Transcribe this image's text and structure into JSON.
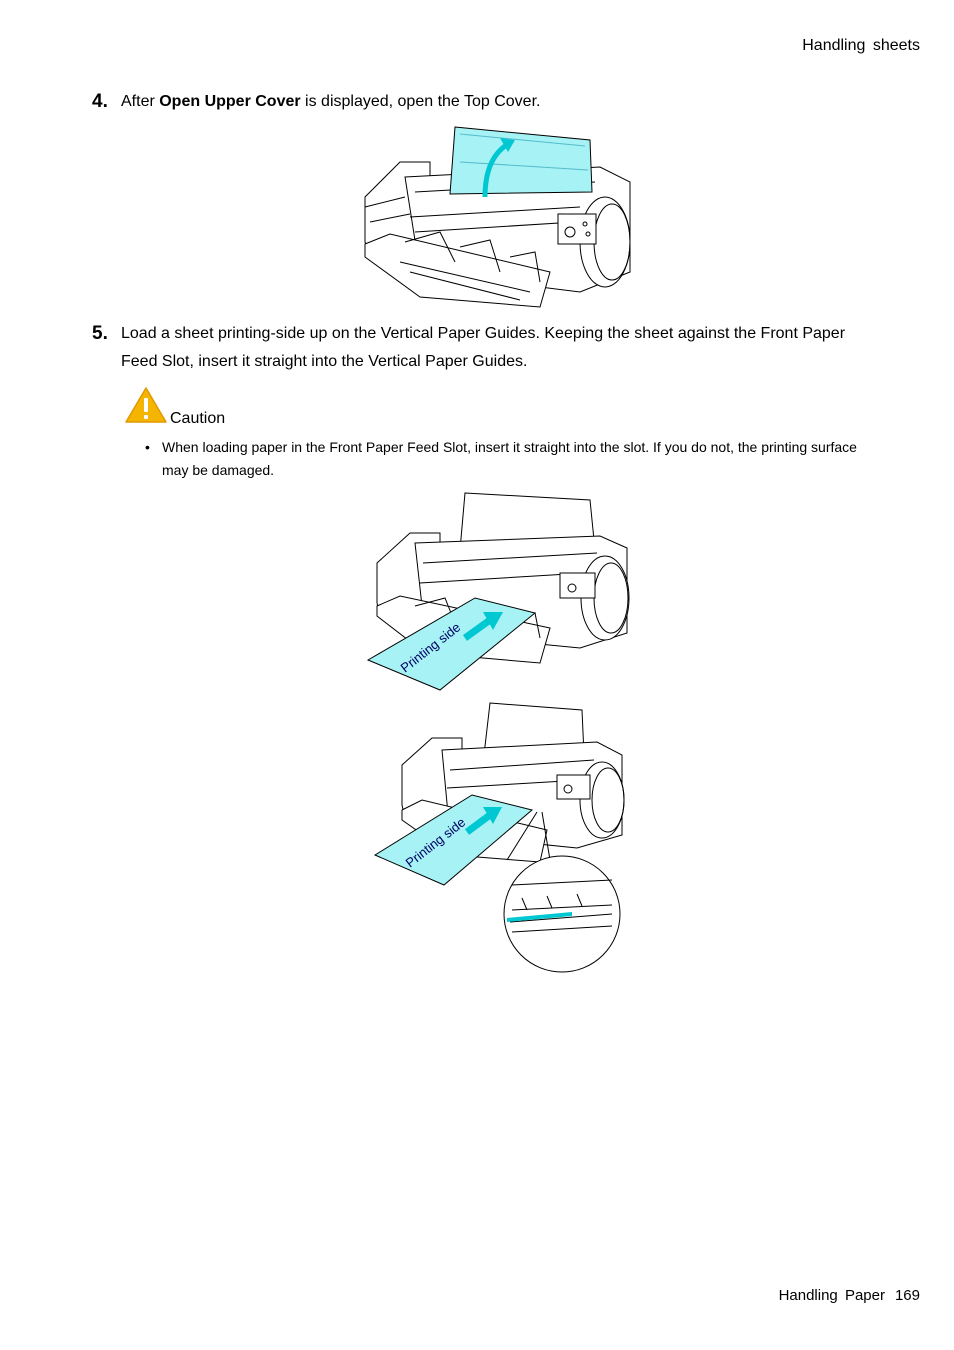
{
  "header": {
    "section": "Handling  sheets"
  },
  "steps": [
    {
      "number": "4.",
      "text_before": "After ",
      "bold": "Open Upper Cover",
      "text_after": " is displayed, open the Top Cover."
    },
    {
      "number": "5.",
      "text": "Load a sheet printing-side up on the Vertical Paper Guides. Keeping the sheet against the Front Paper Feed Slot, insert it straight into the Vertical Paper Guides."
    }
  ],
  "caution": {
    "label": "Caution",
    "icon": "warning-triangle-icon",
    "bullets": [
      "When loading paper in the Front Paper Feed Slot, insert it straight into the slot.  If you do not, the printing surface may be damaged."
    ]
  },
  "figures": {
    "paper_label_1": "Printing side",
    "paper_label_2": "Printing side"
  },
  "colors": {
    "highlight": "#a6f2f4",
    "accent": "#00c8d2",
    "warning": "#f5b400"
  },
  "footer": {
    "section": "Handling  Paper",
    "page": "169"
  }
}
